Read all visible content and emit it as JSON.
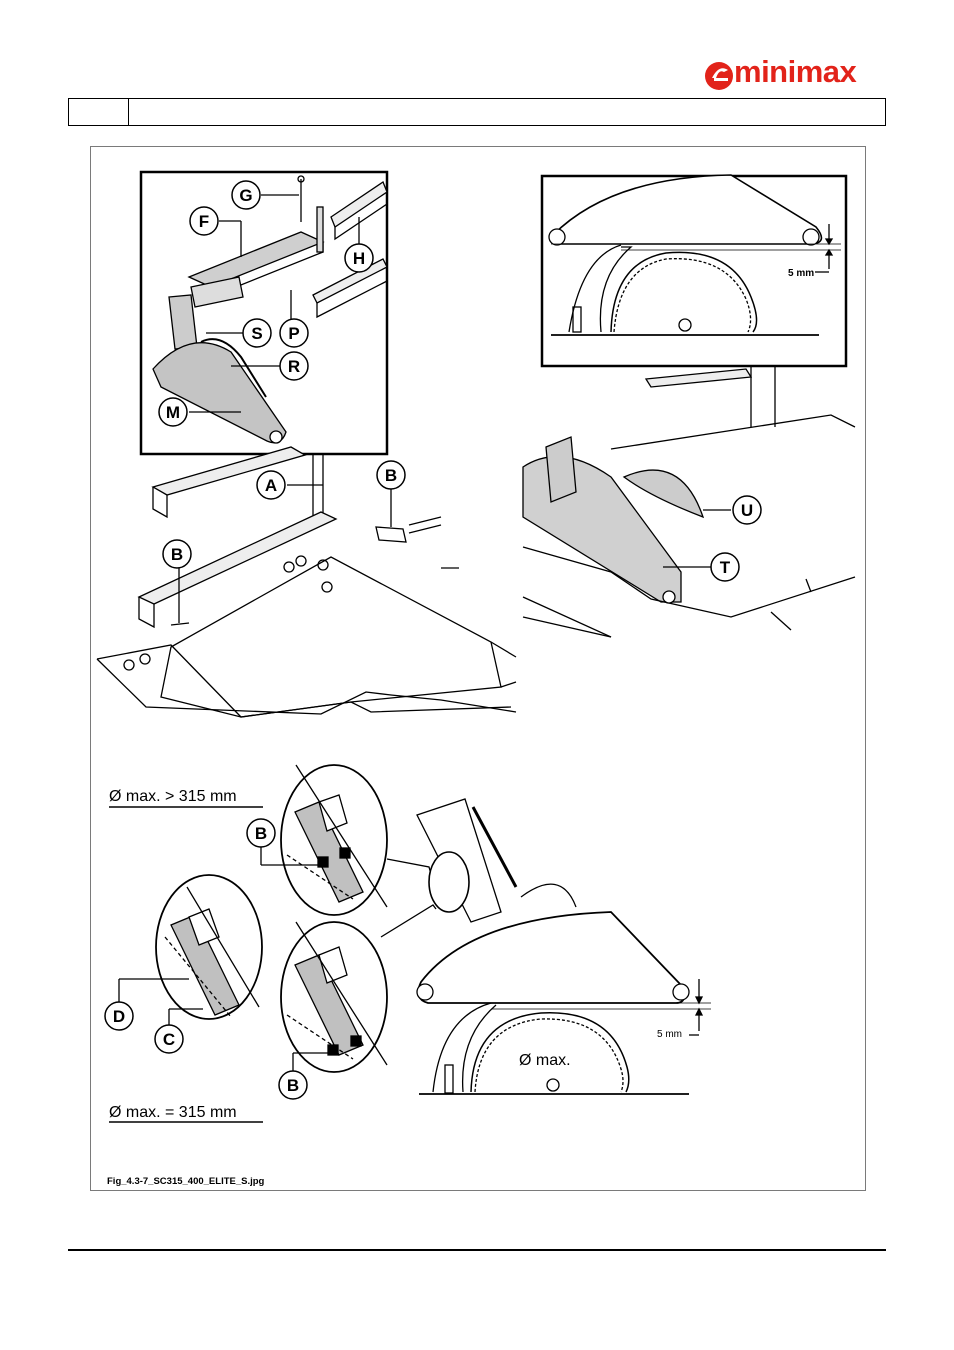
{
  "brand": {
    "name": "minimax",
    "color": "#e2231a",
    "icon": "minimax-logo-icon"
  },
  "header_table": {
    "cell_1": "",
    "cell_2": ""
  },
  "figure": {
    "callouts": {
      "G": "G",
      "F": "F",
      "H": "H",
      "P": "P",
      "S": "S",
      "R": "R",
      "M": "M",
      "A": "A",
      "B_top": "B",
      "B_left": "B",
      "U": "U",
      "T": "T",
      "B_upper_detail": "B",
      "B_lower_detail": "B",
      "D": "D",
      "C": "C"
    },
    "dimension_top": "5 mm",
    "dimension_bottom": "5 mm",
    "blade_diameter": "Ø max.",
    "label_greater": "Ø max. > 315 mm",
    "label_equal": "Ø max. = 315 mm",
    "caption": "Fig_4.3-7_SC315_400_ELITE_S.jpg"
  }
}
